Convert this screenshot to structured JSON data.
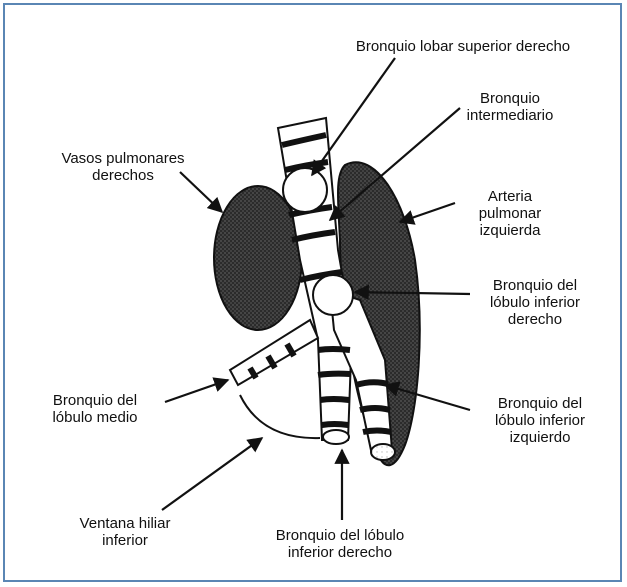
{
  "labels": {
    "bronquio_lobar_superior_derecho": [
      "Bronquio lobar superior derecho"
    ],
    "bronquio_intermediario": [
      "Bronquio",
      "intermediario"
    ],
    "vasos_pulmonares_derechos": [
      "Vasos pulmonares",
      "derechos"
    ],
    "arteria_pulmonar_izquierda": [
      "Arteria",
      "pulmonar",
      "izquierda"
    ],
    "bronquio_lobulo_inferior_derecho_r": [
      "Bronquio del",
      "lóbulo inferior",
      "derecho"
    ],
    "bronquio_lobulo_medio": [
      "Bronquio del",
      "lóbulo medio"
    ],
    "bronquio_lobulo_inferior_izquierdo": [
      "Bronquio del",
      "lóbulo inferior",
      "izquierdo"
    ],
    "ventana_hiliar_inferior": [
      "Ventana hiliar",
      "inferior"
    ],
    "bronquio_lobulo_inferior_derecho_b": [
      "Bronquio del lóbulo",
      "inferior derecho"
    ]
  },
  "colors": {
    "frame": "#5a86b4",
    "ink": "#111111",
    "stipple_vessel": "#2f2f2f"
  },
  "icons": {
    "arrow": "filled-arrowhead"
  }
}
